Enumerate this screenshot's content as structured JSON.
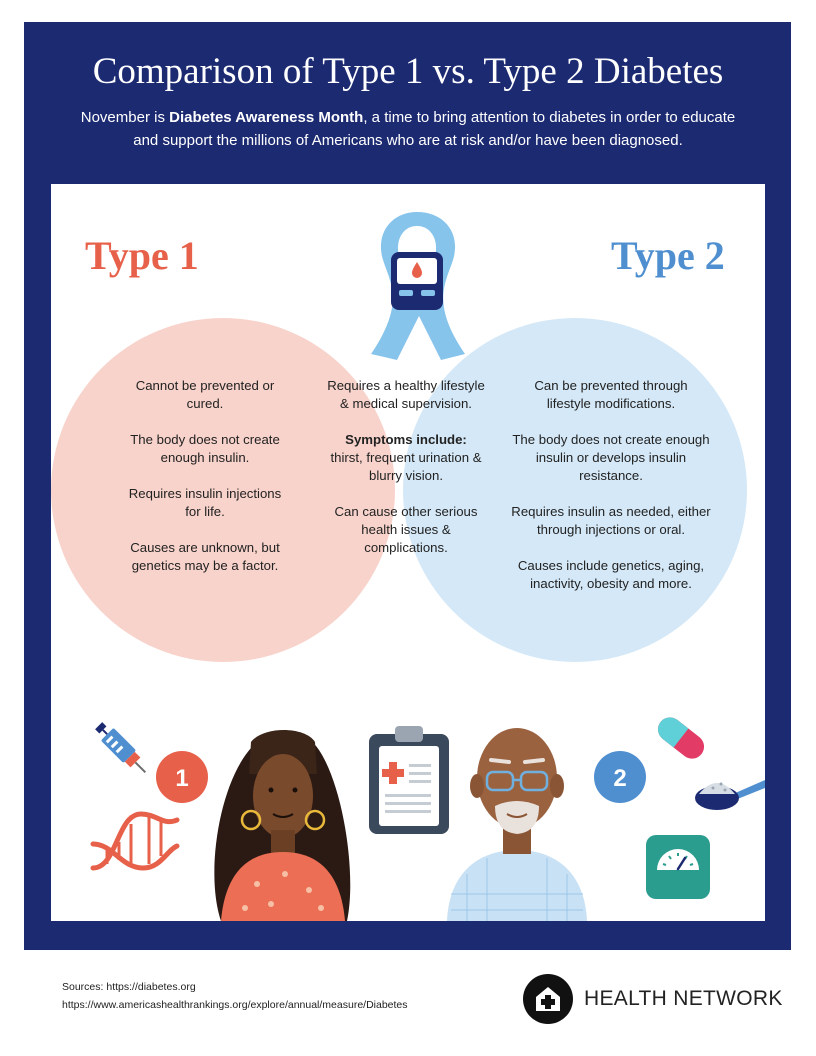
{
  "title": "Comparison of Type 1 vs. Type 2 Diabetes",
  "intro": {
    "prefix": "November is ",
    "highlight": "Diabetes Awareness Month",
    "suffix": ", a time to bring attention to diabetes in order to educate and support the millions of Americans who are at risk and/or have been diagnosed."
  },
  "type1": {
    "heading": "Type 1",
    "items": [
      "Cannot be prevented or cured.",
      "The body does not create enough insulin.",
      "Requires insulin injections for life.",
      "Causes are unknown, but genetics may be a factor."
    ]
  },
  "shared": {
    "item1": "Requires a healthy lifestyle & medical supervision.",
    "symptoms_label": "Symptoms include:",
    "symptoms_text": "thirst, frequent urination & blurry vision.",
    "item3": "Can cause other serious health issues & complications."
  },
  "type2": {
    "heading": "Type 2",
    "items": [
      "Can be prevented through lifestyle modifications.",
      "The body does not create enough insulin or develops insulin resistance.",
      "Requires insulin as needed, either through injections or oral.",
      "Causes include genetics, aging, inactivity, obesity and more."
    ]
  },
  "badges": {
    "one": "1",
    "two": "2"
  },
  "sources": {
    "line1": "Sources: https://diabetes.org",
    "line2": "https://www.americashealthrankings.org/explore/annual/measure/Diabetes"
  },
  "brand": {
    "name": "HEALTH NETWORK"
  },
  "colors": {
    "navy": "#1c2a72",
    "type1": "#e7604a",
    "type2": "#4f8fd0",
    "circle_left": "#f8d3cb",
    "circle_right": "#d4e8f7",
    "overlap": "#d3d1d6"
  },
  "icons": [
    "awareness-ribbon-icon",
    "glucose-meter-icon",
    "syringe-icon",
    "dna-icon",
    "clipboard-icon",
    "pill-icon",
    "spoon-sugar-icon",
    "scale-icon",
    "health-cross-icon"
  ]
}
